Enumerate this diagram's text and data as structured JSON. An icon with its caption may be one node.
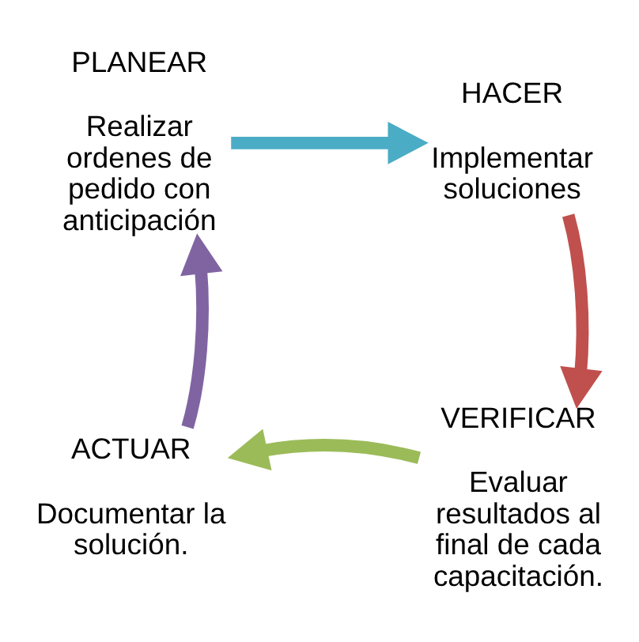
{
  "diagram": {
    "nodes": [
      {
        "text": [
          "PLANEAR",
          "Realizar ordenes de pedido con anticipación"
        ]
      },
      {
        "text": [
          "HACER",
          "Implementar soluciones"
        ]
      },
      {
        "text": [
          "VERIFICAR",
          "Evaluar resultados al final de cada capacitación."
        ]
      },
      {
        "text": [
          "ACTUAR",
          "Documentar la solución."
        ]
      }
    ],
    "edges": [
      {
        "from": 0,
        "to": 1,
        "arrow": "to",
        "color": "#4bacc6"
      },
      {
        "from": 1,
        "to": 2,
        "arrow": "to",
        "color": "#c0504d"
      },
      {
        "from": 2,
        "to": 3,
        "arrow": "to",
        "color": "#9bbb59"
      },
      {
        "from": 3,
        "to": 0,
        "arrow": "to",
        "color": "#8064a2"
      }
    ]
  }
}
